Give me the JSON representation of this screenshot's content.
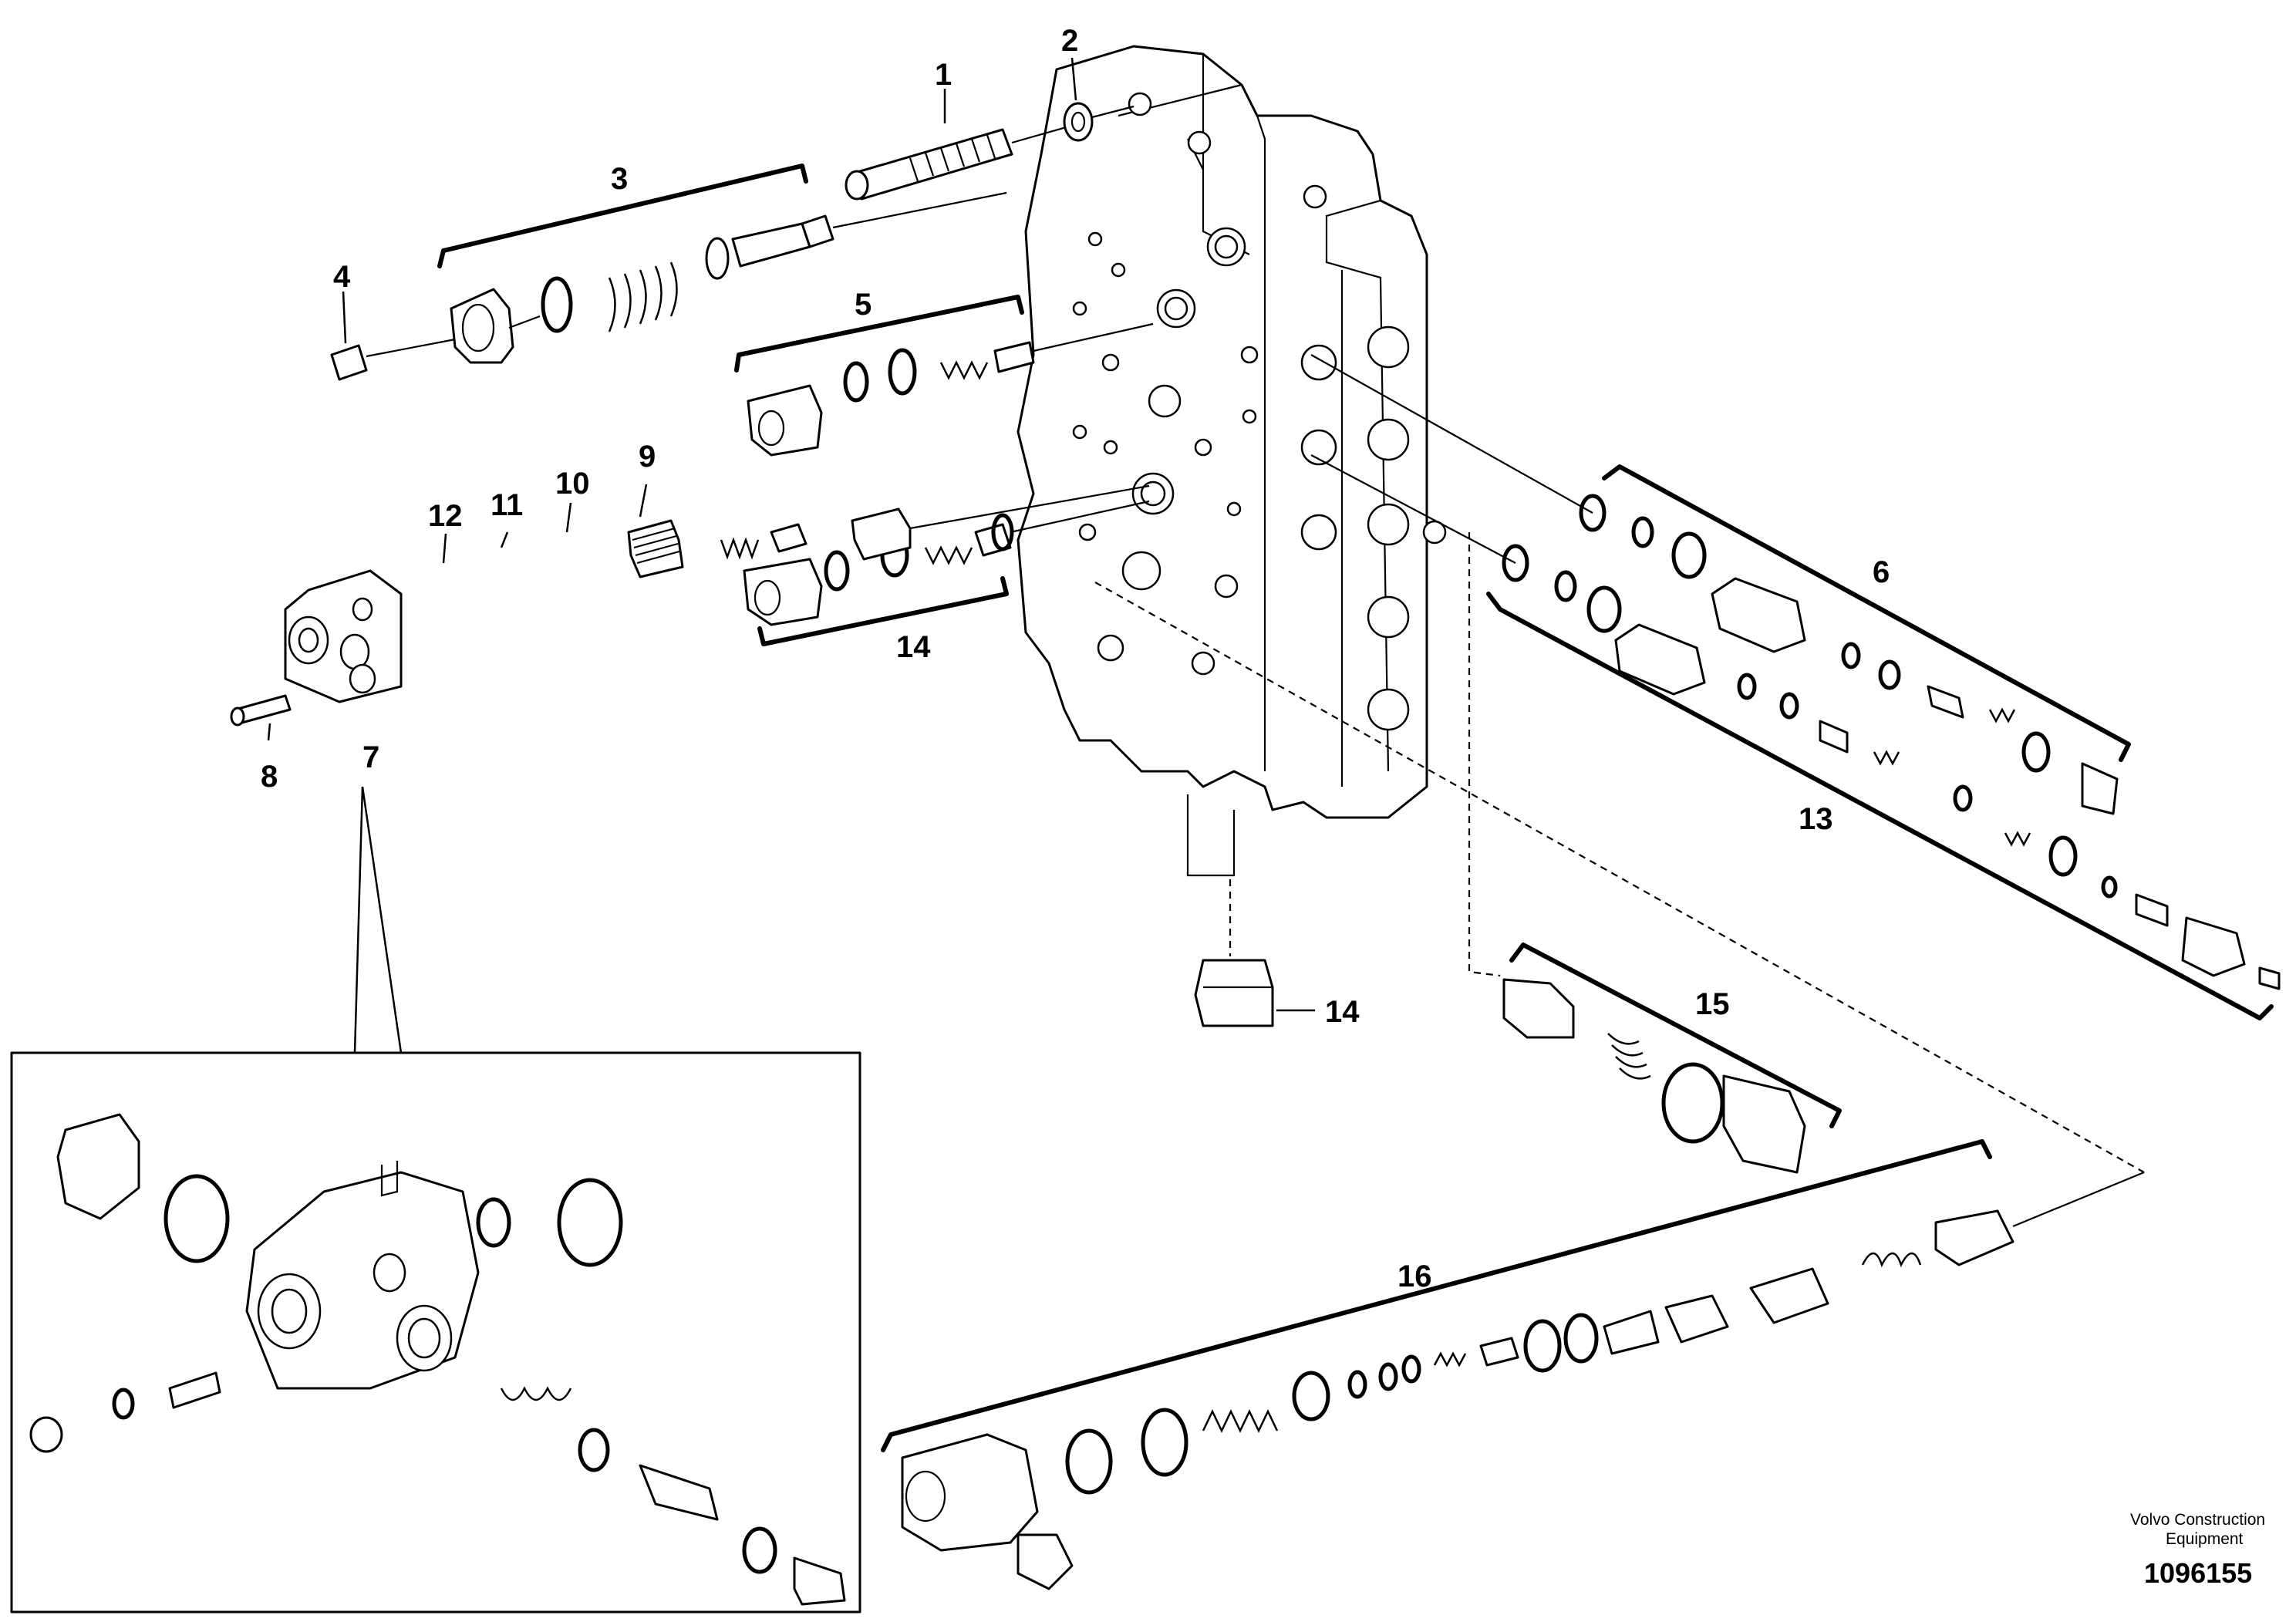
{
  "callouts": [
    {
      "id": "1",
      "label": "1"
    },
    {
      "id": "2",
      "label": "2"
    },
    {
      "id": "3",
      "label": "3"
    },
    {
      "id": "4",
      "label": "4"
    },
    {
      "id": "5",
      "label": "5"
    },
    {
      "id": "6",
      "label": "6"
    },
    {
      "id": "7",
      "label": "7"
    },
    {
      "id": "8",
      "label": "8"
    },
    {
      "id": "9",
      "label": "9"
    },
    {
      "id": "10",
      "label": "10"
    },
    {
      "id": "11",
      "label": "11"
    },
    {
      "id": "12",
      "label": "12"
    },
    {
      "id": "13",
      "label": "13"
    },
    {
      "id": "14a",
      "label": "14"
    },
    {
      "id": "14b",
      "label": "14"
    },
    {
      "id": "15",
      "label": "15"
    },
    {
      "id": "16",
      "label": "16"
    }
  ],
  "credit": {
    "line1": "Volvo Construction",
    "line2": "Equipment",
    "document_number": "1096155"
  }
}
